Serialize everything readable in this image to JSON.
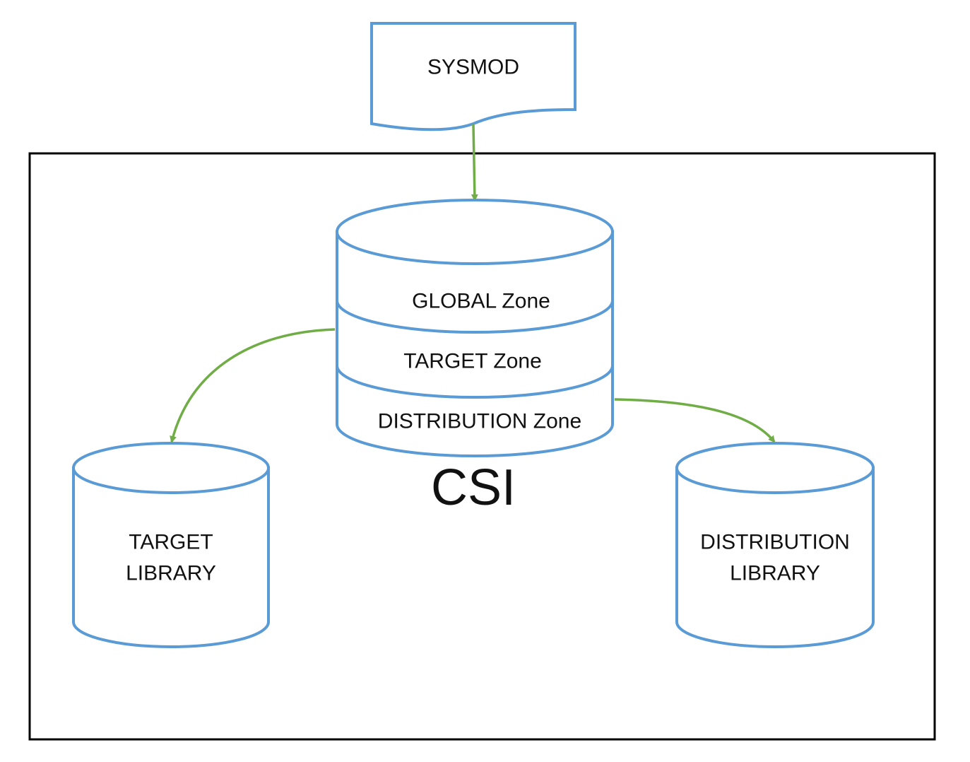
{
  "diagram": {
    "document": {
      "label": "SYSMOD"
    },
    "container": {
      "label": "CSI"
    },
    "csi_database": {
      "zones": [
        "GLOBAL Zone",
        "TARGET Zone",
        "DISTRIBUTION Zone"
      ]
    },
    "target_library": {
      "lines": [
        "TARGET",
        "LIBRARY"
      ]
    },
    "distribution_library": {
      "lines": [
        "DISTRIBUTION",
        "LIBRARY"
      ]
    },
    "colors": {
      "shape_stroke": "#5b9bd5",
      "arrow": "#70ad47",
      "container_border": "#000000",
      "text": "#111111"
    }
  }
}
